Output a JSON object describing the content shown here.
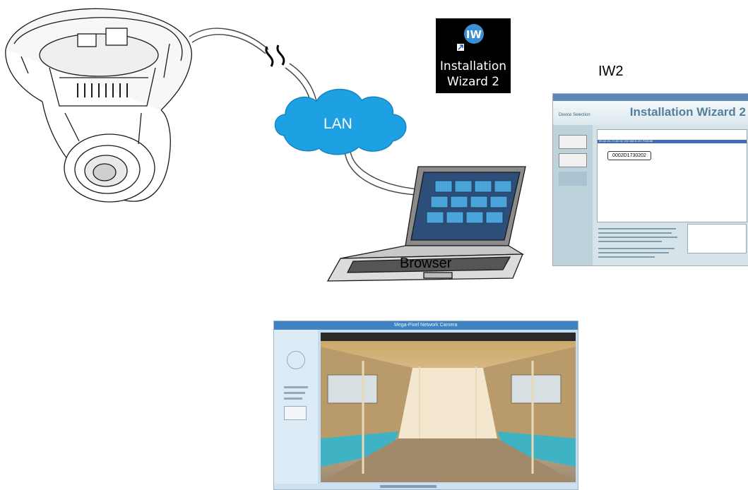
{
  "labels": {
    "lan": "LAN",
    "iw2": "IW2",
    "browser": "Browser"
  },
  "desktop_icon": {
    "line1": "Installation",
    "line2": "Wizard 2"
  },
  "wizard_window": {
    "title": "Installation Wizard 2",
    "section": "Device Selection",
    "selected_row": "00-02-D1-73-02-02   192.168.5.151   FD8168",
    "callout": "0002D1730202"
  },
  "browser_window": {
    "title": "Mega-Pixel Network Camera"
  },
  "colors": {
    "cloud": "#1da1e2",
    "cable": "#555555",
    "wizard_accent": "#52809b",
    "browser_bar": "#3f83c2"
  }
}
